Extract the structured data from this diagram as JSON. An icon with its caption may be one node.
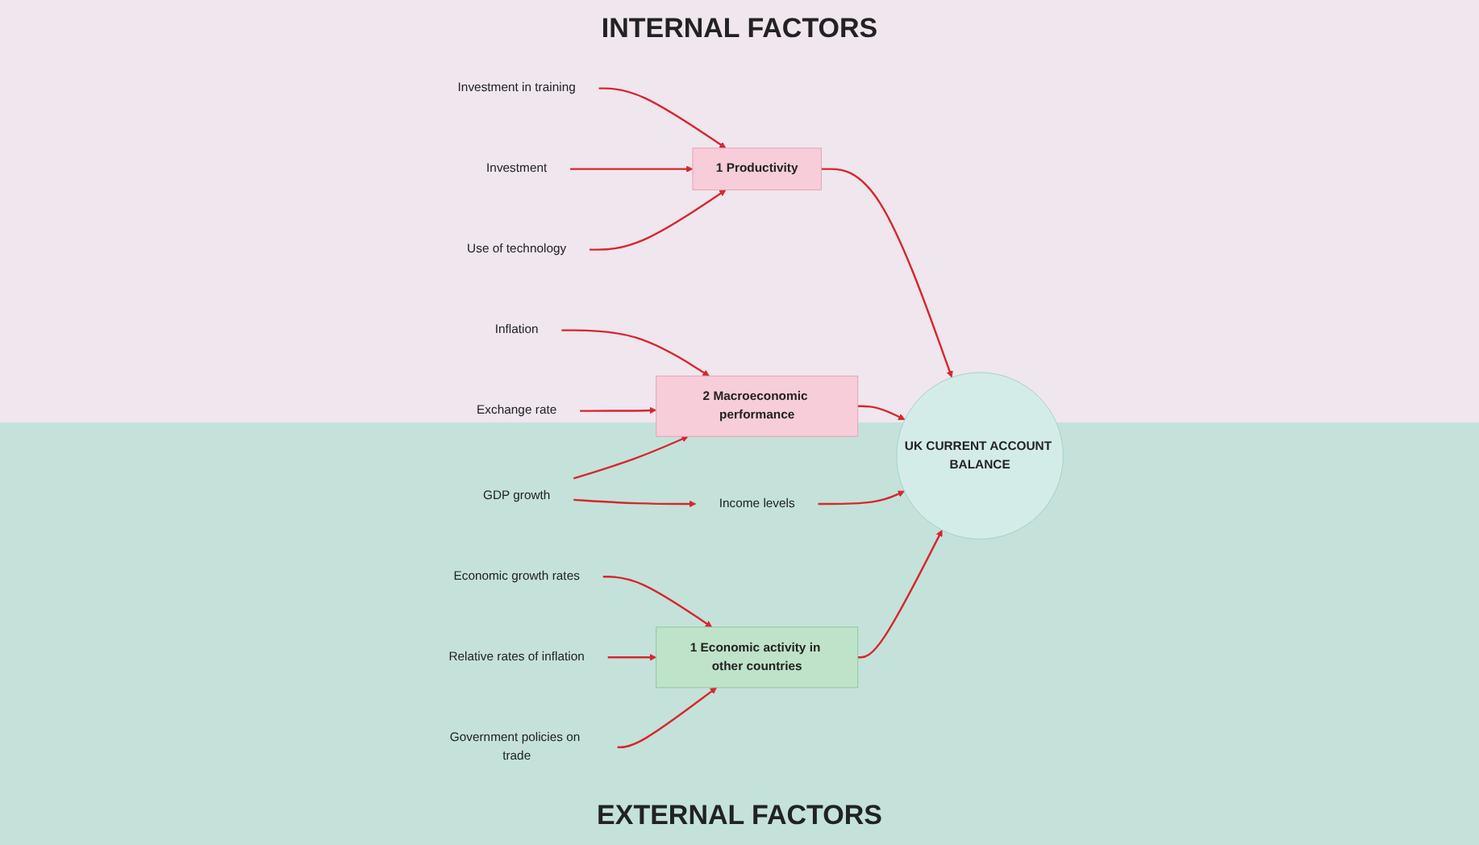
{
  "diagram": {
    "nodes": [
      {
        "text": [
          "1 Productivity"
        ]
      },
      {
        "text": [
          "Investment in training"
        ]
      },
      {
        "text": [
          "Investment"
        ]
      },
      {
        "text": [
          "Use of technology"
        ]
      },
      {
        "text": [
          "Inflation"
        ]
      },
      {
        "text": [
          "Exchange rate"
        ]
      },
      {
        "text": [
          "2 Macroeconomic performance"
        ]
      },
      {
        "text": [
          "GDP growth"
        ]
      },
      {
        "text": [
          "Income levels"
        ]
      },
      {
        "text": [
          "UK CURRENT ACCOUNT BALANCE"
        ]
      },
      {
        "text": [
          "Economic growth rates"
        ]
      },
      {
        "text": [
          "Relative rates of inflation"
        ]
      },
      {
        "text": [
          "1 Economic activity in other countries"
        ]
      },
      {
        "text": [
          "Government policies on trade"
        ]
      }
    ],
    "edges": [
      {
        "from": 1,
        "to": 0,
        "arrow": "to"
      },
      {
        "from": 2,
        "to": 0,
        "arrow": "to"
      },
      {
        "from": 3,
        "to": 0,
        "arrow": "to"
      },
      {
        "from": 0,
        "to": 9,
        "arrow": "to"
      },
      {
        "from": 4,
        "to": 6,
        "arrow": "to"
      },
      {
        "from": 5,
        "to": 6,
        "arrow": "to"
      },
      {
        "from": 7,
        "to": 6,
        "arrow": "to"
      },
      {
        "from": 6,
        "to": 9,
        "arrow": "to"
      },
      {
        "from": 7,
        "to": 8,
        "arrow": "to"
      },
      {
        "from": 8,
        "to": 9,
        "arrow": "to"
      },
      {
        "from": 12,
        "to": 9,
        "arrow": "to"
      },
      {
        "from": 10,
        "to": 12,
        "arrow": "to"
      },
      {
        "from": 11,
        "to": 12,
        "arrow": "to"
      },
      {
        "from": 13,
        "to": 12,
        "arrow": "to"
      }
    ],
    "labels": [
      "INTERNAL FACTORS",
      "EXTERNAL FACTORS"
    ]
  }
}
